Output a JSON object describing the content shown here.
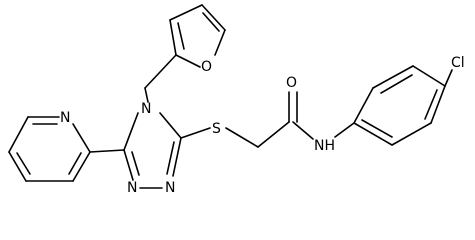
{
  "structure": {
    "atom_labels": {
      "pyridine_n": "N",
      "triazole_n4": "N",
      "triazole_n1": "N",
      "triazole_n2": "N",
      "furan_o": "O",
      "thioether_s": "S",
      "carbonyl_o": "O",
      "amide_nh": "NH",
      "chloro": "Cl"
    }
  }
}
